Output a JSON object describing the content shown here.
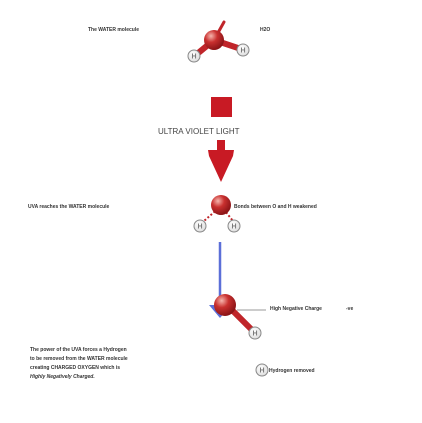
{
  "title_label": "The WATER molecule",
  "formula": "H2O",
  "atom_h": "H",
  "uv_label": "ULTRA VIOLET LIGHT",
  "uva_reaches": "UVA reaches the WATER molecule",
  "bonds_weakened": "Bonds between O and H weakened",
  "high_negative_charge": "High Negative Charge",
  "negative_sign": "-ve",
  "hydrogen_removed": "Hydrogen removed",
  "explanation": {
    "line1": "The power of the UVA forces a Hydrogen",
    "line2": "to be removed from the WATER molecule",
    "line3": "creating CHARGED OXYGEN which is",
    "line4": "Highly Negatively Charged."
  },
  "colors": {
    "oxygen": "#c0252a",
    "oxygen_highlight": "#f2a6a0",
    "uv_red": "#c81a24",
    "arrow_blue": "#5b6fd8",
    "hydrogen_fill": "#ffffff",
    "hydrogen_stroke": "#888888"
  }
}
